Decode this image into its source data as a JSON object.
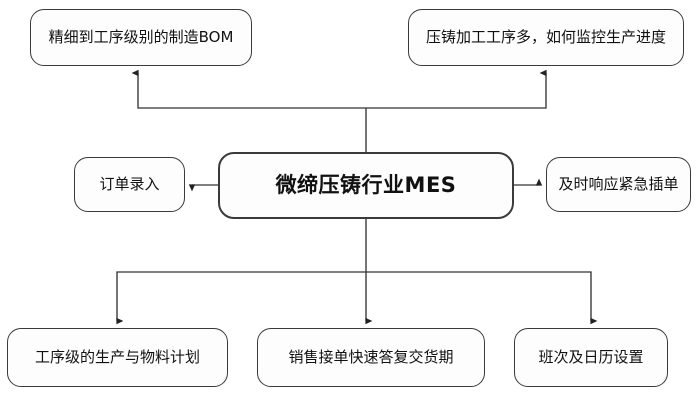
{
  "diagram": {
    "title": "微缔压铸行业MES",
    "background_color": "#ffffff",
    "node_border_color": "#3a3a3a",
    "node_fill_color": "#fdfdfd",
    "edge_color": "#333333",
    "nodes": {
      "bom": {
        "label": "精细到工序级别的制造BOM"
      },
      "progress": {
        "label": "压铸加工工序多，如何监控生产进度"
      },
      "order": {
        "label": "订单录入"
      },
      "core": {
        "label": "微缔压铸行业MES"
      },
      "urgent": {
        "label": "及时响应紧急插单"
      },
      "plan": {
        "label": "工序级的生产与物料计划"
      },
      "delivery": {
        "label": "销售接单快速答复交货期"
      },
      "shift": {
        "label": "班次及日历设置"
      }
    },
    "edges": [
      {
        "name": "core-to-bom",
        "from": "core",
        "to": "bom",
        "style": "orthogonal",
        "arrow": "up"
      },
      {
        "name": "core-to-progress",
        "from": "core",
        "to": "progress",
        "style": "orthogonal",
        "arrow": "up"
      },
      {
        "name": "core-to-order",
        "from": "core",
        "to": "order",
        "style": "straight",
        "arrow": "left"
      },
      {
        "name": "core-to-urgent",
        "from": "core",
        "to": "urgent",
        "style": "straight",
        "arrow": "right"
      },
      {
        "name": "core-to-plan",
        "from": "core",
        "to": "plan",
        "style": "orthogonal",
        "arrow": "down"
      },
      {
        "name": "core-to-delivery",
        "from": "core",
        "to": "delivery",
        "style": "straight",
        "arrow": "down"
      },
      {
        "name": "core-to-shift",
        "from": "core",
        "to": "shift",
        "style": "orthogonal",
        "arrow": "down"
      }
    ]
  }
}
